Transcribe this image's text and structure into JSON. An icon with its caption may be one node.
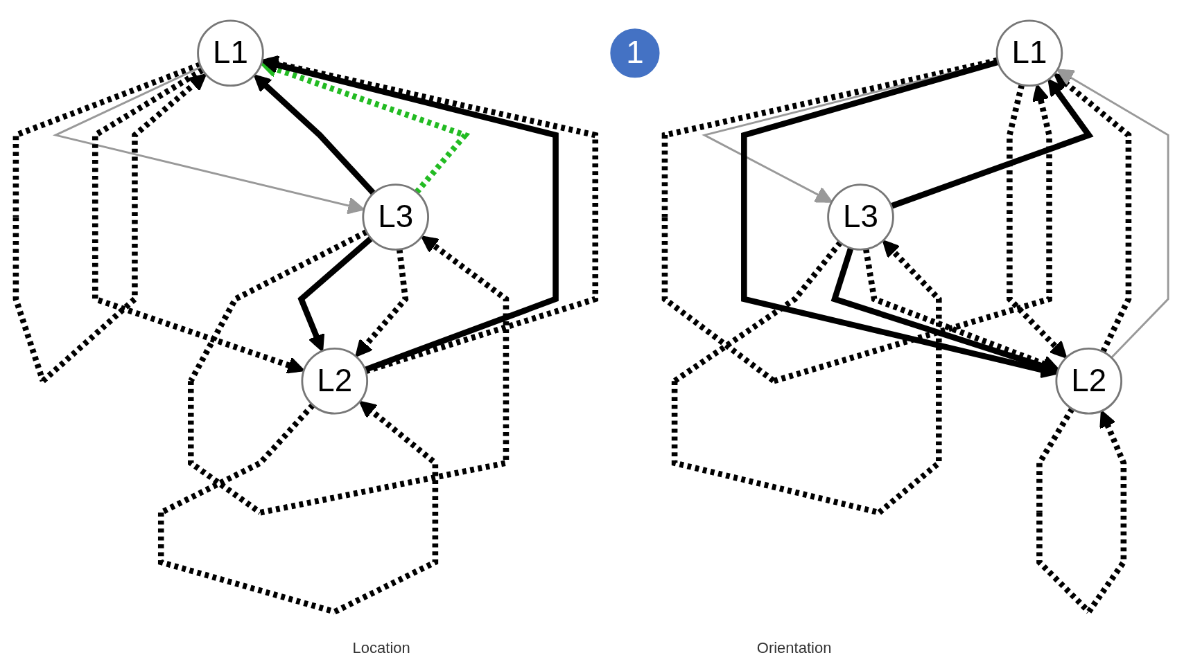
{
  "diagram": {
    "nodes": [
      {
        "text": [
          "L1"
        ]
      },
      {
        "text": [
          "L2"
        ]
      },
      {
        "text": [
          "L3"
        ]
      },
      {
        "text": [
          "1"
        ]
      },
      {
        "text": [
          "L1"
        ]
      },
      {
        "text": [
          "L2"
        ]
      },
      {
        "text": [
          "L3"
        ]
      }
    ],
    "edges": [
      {
        "from": 0,
        "to": 0,
        "arrow": "to",
        "style": "dashed"
      },
      {
        "from": 2,
        "to": 2,
        "arrow": "to",
        "style": "dashed"
      },
      {
        "from": 1,
        "to": 1,
        "arrow": "to",
        "style": "dashed"
      },
      {
        "from": 2,
        "to": 0,
        "arrow": "to"
      },
      {
        "from": 0,
        "to": 2,
        "arrow": "to",
        "color": "#999999"
      },
      {
        "from": 2,
        "to": 0,
        "arrow": "to",
        "style": "dashed",
        "color": "#22bb22"
      },
      {
        "from": 1,
        "to": 0,
        "arrow": "to"
      },
      {
        "from": 0,
        "to": 1,
        "arrow": "to",
        "style": "dashed"
      },
      {
        "from": 1,
        "to": 0,
        "arrow": "to",
        "style": "dashed"
      },
      {
        "from": 2,
        "to": 1,
        "arrow": "to"
      },
      {
        "from": 2,
        "to": 1,
        "arrow": "to",
        "style": "dashed"
      },
      {
        "from": 4,
        "to": 4,
        "arrow": "to",
        "style": "dashed"
      },
      {
        "from": 6,
        "to": 6,
        "arrow": "to",
        "style": "dashed"
      },
      {
        "from": 5,
        "to": 5,
        "arrow": "to",
        "style": "dashed"
      },
      {
        "from": 6,
        "to": 4,
        "arrow": "to"
      },
      {
        "from": 4,
        "to": 6,
        "arrow": "to",
        "color": "#999999"
      },
      {
        "from": 4,
        "to": 5,
        "arrow": "to"
      },
      {
        "from": 4,
        "to": 5,
        "arrow": "to",
        "style": "dashed"
      },
      {
        "from": 5,
        "to": 4,
        "arrow": "to",
        "style": "dashed"
      },
      {
        "from": 5,
        "to": 4,
        "arrow": "to",
        "color": "#999999"
      },
      {
        "from": 6,
        "to": 5,
        "arrow": "to"
      },
      {
        "from": 6,
        "to": 5,
        "arrow": "to",
        "style": "dashed"
      }
    ],
    "labels": [
      "Location",
      "Orientation"
    ]
  }
}
